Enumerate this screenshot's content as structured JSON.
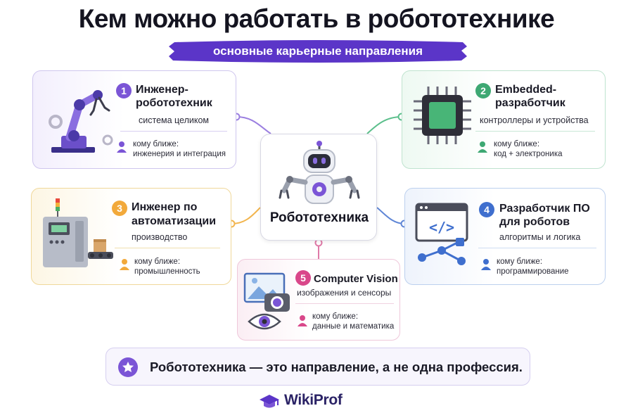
{
  "title": "Кем можно работать в робототехнике",
  "subtitle": "основные карьерные направления",
  "colors": {
    "purple": "#7b55d6",
    "green": "#3ea873",
    "orange": "#f2a93b",
    "blue": "#3f6fce",
    "pink": "#d9478a",
    "banner_bg": "#5b35c8"
  },
  "center": {
    "label": "Робототехника",
    "icon": "robot-icon"
  },
  "cards": [
    {
      "num": "1",
      "name_lines": [
        "Инженер-",
        "робототехник"
      ],
      "desc": "система целиком",
      "closer_label": "кому ближе:",
      "closer_value": "инженерия и интеграция",
      "icon": "robot-arm-icon"
    },
    {
      "num": "2",
      "name_lines": [
        "Embedded-",
        "разработчик"
      ],
      "desc": "контроллеры и устройства",
      "closer_label": "кому ближе:",
      "closer_value": "код + электроника",
      "icon": "microchip-icon"
    },
    {
      "num": "3",
      "name_lines": [
        "Инженер по",
        "автоматизации"
      ],
      "desc": "производство",
      "closer_label": "кому ближе:",
      "closer_value": "промышленность",
      "icon": "factory-machine-icon"
    },
    {
      "num": "4",
      "name_lines": [
        "Разработчик ПО",
        "для роботов"
      ],
      "desc": "алгоритмы и логика",
      "closer_label": "кому ближе:",
      "closer_value": "программирование",
      "icon": "code-window-icon"
    },
    {
      "num": "5",
      "name_lines": [
        "Computer Vision"
      ],
      "desc": "изображения и сенсоры",
      "closer_label": "кому ближе:",
      "closer_value": "данные и математика",
      "icon": "camera-eye-icon"
    }
  ],
  "banner": {
    "text": "Робототехника — это направление, а не одна профессия.",
    "icon": "star-icon"
  },
  "brand": {
    "name": "WikiProf",
    "icon": "graduation-cap-icon"
  }
}
